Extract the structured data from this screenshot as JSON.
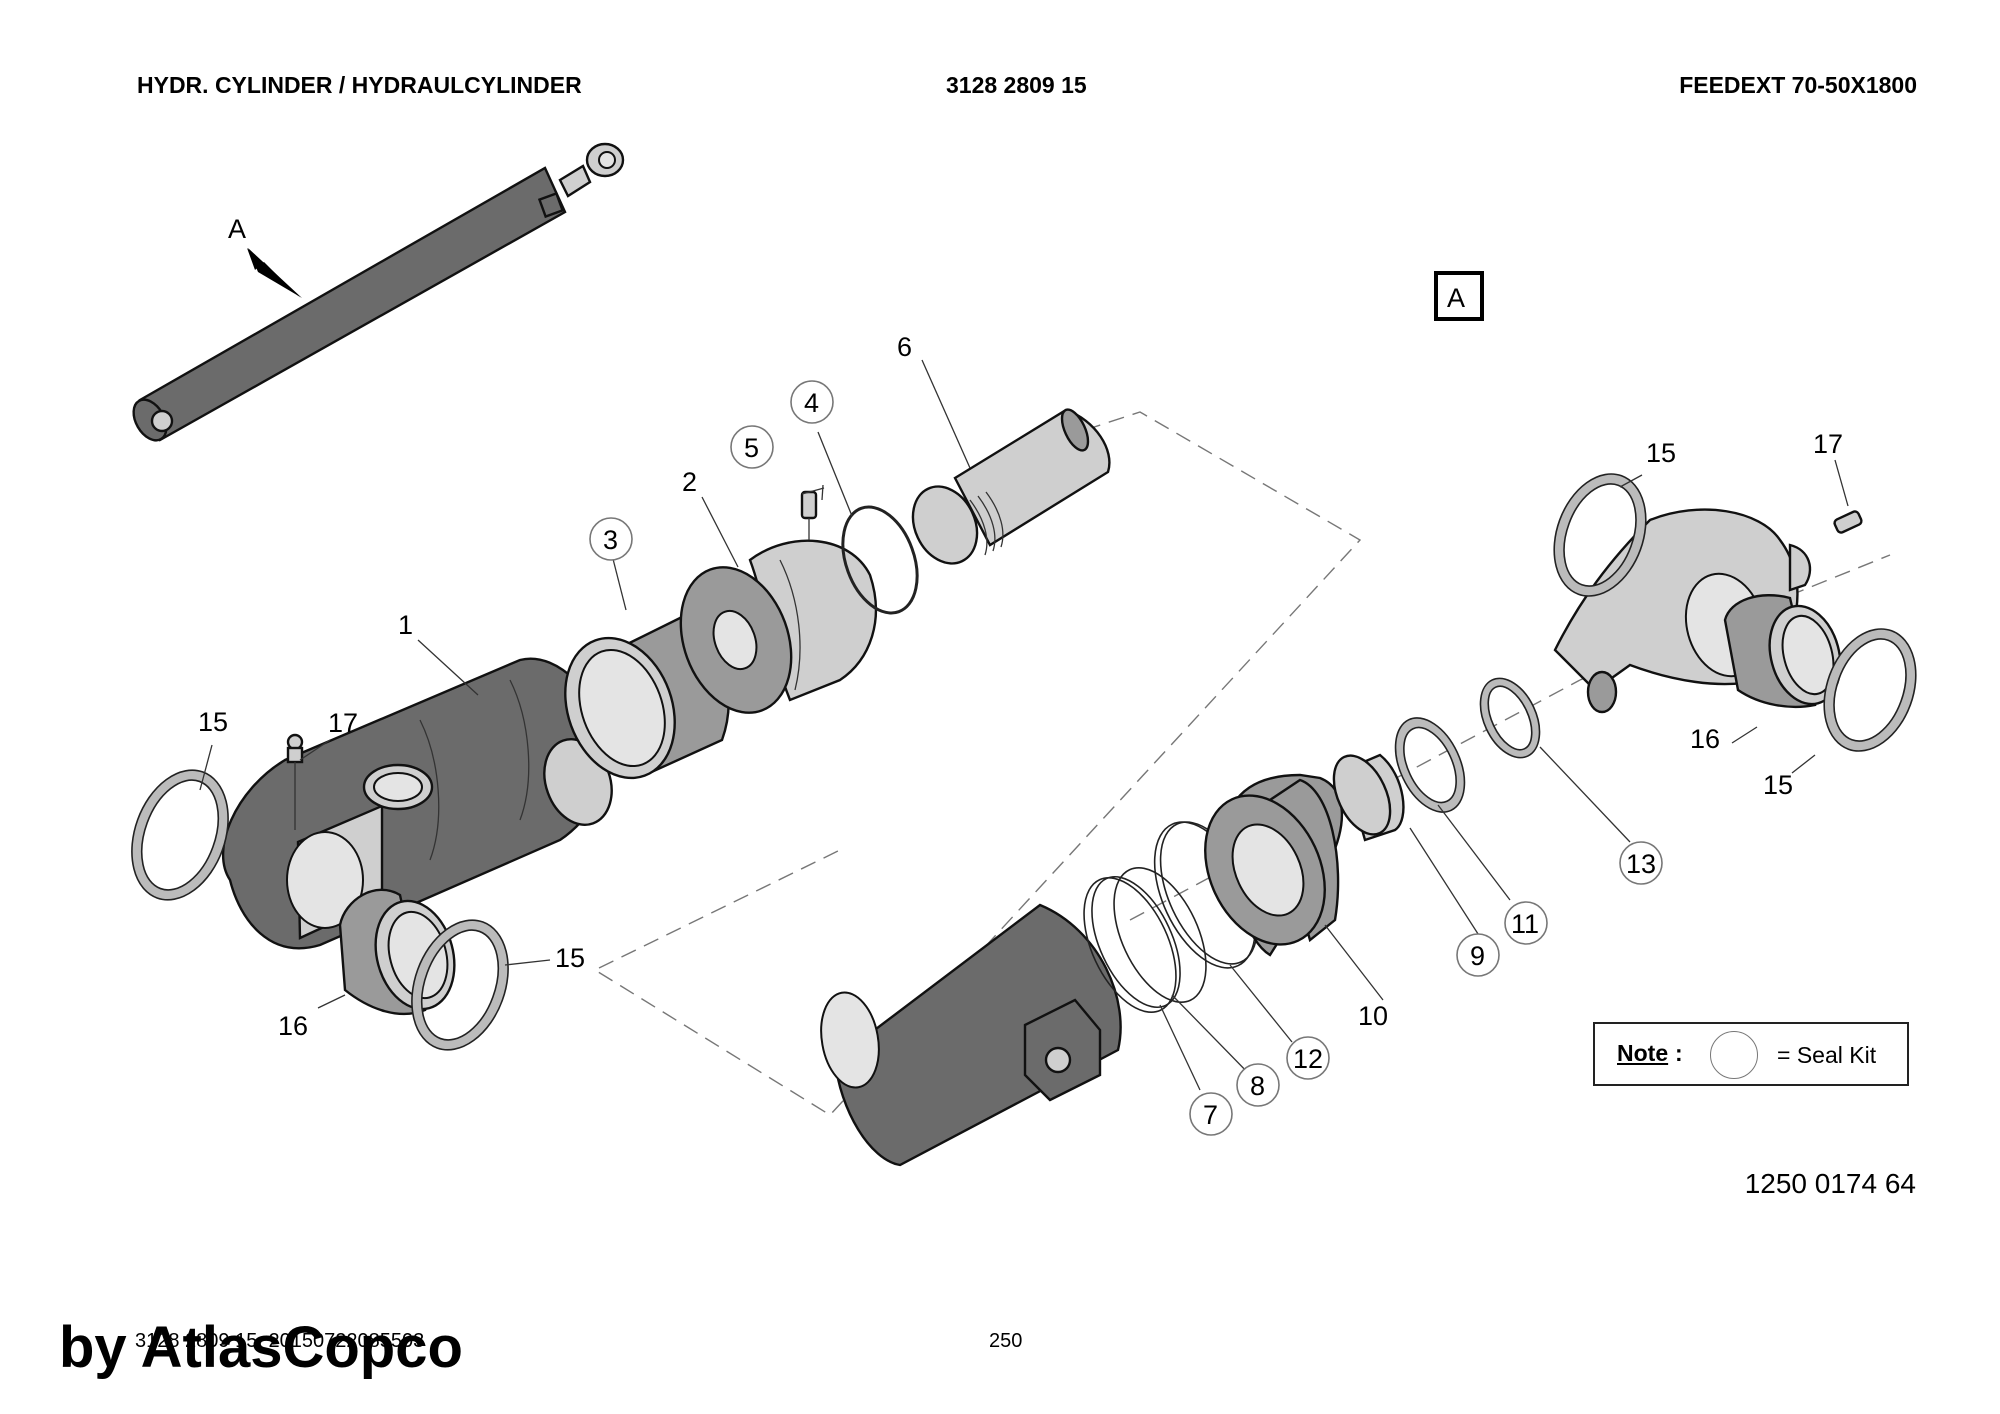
{
  "header": {
    "title": "HYDR. CYLINDER / HYDRAULCYLINDER",
    "part_number": "3128 2809 15",
    "model": "FEEDEXT 70-50X1800"
  },
  "overview": {
    "view_marker": "A",
    "detail_marker": "A"
  },
  "callouts": [
    {
      "id": "1",
      "seal_kit": false
    },
    {
      "id": "2",
      "seal_kit": false
    },
    {
      "id": "3",
      "seal_kit": true
    },
    {
      "id": "4",
      "seal_kit": true
    },
    {
      "id": "5",
      "seal_kit": true
    },
    {
      "id": "6",
      "seal_kit": false
    },
    {
      "id": "7",
      "seal_kit": true
    },
    {
      "id": "8",
      "seal_kit": true
    },
    {
      "id": "9",
      "seal_kit": true
    },
    {
      "id": "10",
      "seal_kit": false
    },
    {
      "id": "11",
      "seal_kit": true
    },
    {
      "id": "12",
      "seal_kit": true
    },
    {
      "id": "13",
      "seal_kit": true
    },
    {
      "id": "15",
      "seal_kit": false
    },
    {
      "id": "16",
      "seal_kit": false
    },
    {
      "id": "17",
      "seal_kit": false
    }
  ],
  "labels": {
    "c1": "1",
    "c2": "2",
    "c3": "3",
    "c4": "4",
    "c5": "5",
    "c6": "6",
    "c7": "7",
    "c8": "8",
    "c9": "9",
    "c10": "10",
    "c11": "11",
    "c12": "12",
    "c13": "13",
    "c15": "15",
    "c16": "16",
    "c17": "17"
  },
  "note": {
    "label": "Note",
    "colon": ":",
    "text": "= Seal Kit"
  },
  "drawing_number": "1250 0174 64",
  "footer": {
    "document_id": "3128 2809 15_20150722085503",
    "page": "250",
    "watermark": "by AtlasCopco"
  }
}
